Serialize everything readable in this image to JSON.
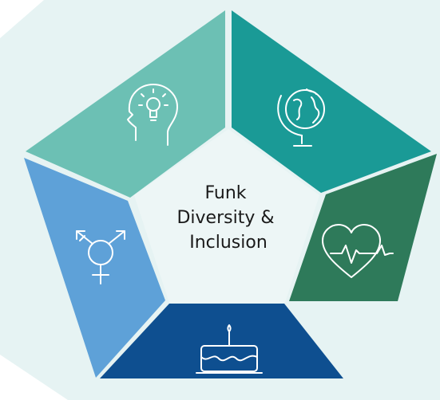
{
  "center": {
    "lines": [
      "Funk",
      "Diversity &",
      "Inclusion"
    ]
  },
  "segments": [
    {
      "icon": "lightbulb-head-icon",
      "color": "#6cc0b4"
    },
    {
      "icon": "globe-icon",
      "color": "#1a9a96"
    },
    {
      "icon": "heartbeat-icon",
      "color": "#2e7a5a"
    },
    {
      "icon": "birthday-cake-icon",
      "color": "#0e4f90"
    },
    {
      "icon": "transgender-symbol-icon",
      "color": "#5ea1d8"
    }
  ],
  "colors": {
    "background_hex": "#e6f3f3",
    "center_fill": "#edf6f6",
    "gap": "#ffffff"
  }
}
